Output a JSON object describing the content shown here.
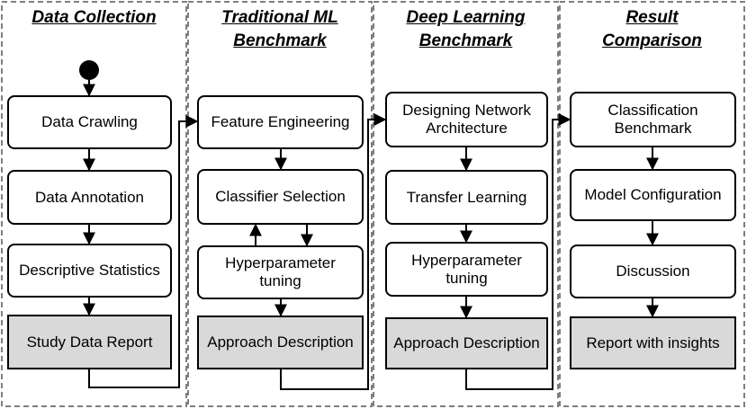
{
  "columns": [
    {
      "id": "data-collection",
      "header": "Data Collection",
      "steps": [
        "Data Crawling",
        "Data Annotation",
        "Descriptive Statistics"
      ],
      "output": "Study Data Report"
    },
    {
      "id": "traditional-ml",
      "header": "Traditional ML\nBenchmark",
      "steps": [
        "Feature Engineering",
        "Classifier Selection",
        "Hyperparameter\ntuning"
      ],
      "output": "Approach Description"
    },
    {
      "id": "deep-learning",
      "header": "Deep Learning\nBenchmark",
      "steps": [
        "Designing Network\nArchitecture",
        "Transfer Learning",
        "Hyperparameter\ntuning"
      ],
      "output": "Approach Description"
    },
    {
      "id": "result-comparison",
      "header": "Result\nComparison",
      "steps": [
        "Classification\nBenchmark",
        "Model Configuration",
        "Discussion"
      ],
      "output": "Report with insights"
    }
  ],
  "colors": {
    "line": "#000000",
    "panel_border": "#7f7f7f",
    "output_fill": "#d9d9d9"
  }
}
